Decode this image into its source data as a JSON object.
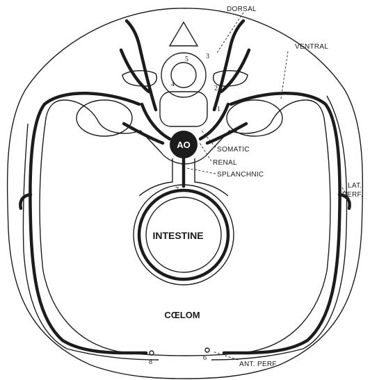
{
  "labels": {
    "dorsal": "DORSAL",
    "ventral": "VENTRAL",
    "somatic": "SOMATIC",
    "renal": "RENAL",
    "splanchnic": "SPLANCHNIC",
    "lat_perf_line1": "LAT.",
    "lat_perf_line2": "PERF.",
    "ant_perf": "ANT. PERF.",
    "aorta": "AO",
    "intestine": "INTESTINE",
    "coelom": "CŒLOM"
  },
  "numbers": {
    "n1": "1",
    "n2": "2",
    "n3": "3",
    "n4": "4",
    "n5": "5",
    "n6": "6",
    "n7": "7",
    "n8": "8"
  },
  "colors": {
    "ink": "#1c1c1c",
    "paper": "#ffffff"
  }
}
